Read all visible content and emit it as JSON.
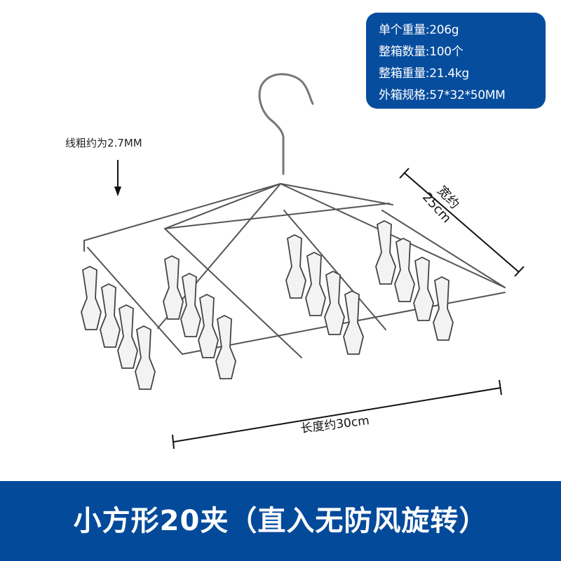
{
  "specs": {
    "lines": [
      "单个重量:206g",
      "整箱数量:100个",
      "整箱重量:21.4kg",
      "外箱规格:57*32*50MM"
    ]
  },
  "annotations": {
    "wire_thickness": "线粗约为2.7MM",
    "length": "长度约30cm",
    "width_line1": "宽约",
    "width_line2": "25cm"
  },
  "product": {
    "name": "hanger-with-20-clips",
    "clip_count": 20
  },
  "banner": {
    "title": "小方形20夹（直入无防风旋转）"
  },
  "colors": {
    "brand_blue": "#034a9a",
    "box_blue": "#074d9e",
    "text_white": "#ffffff"
  }
}
